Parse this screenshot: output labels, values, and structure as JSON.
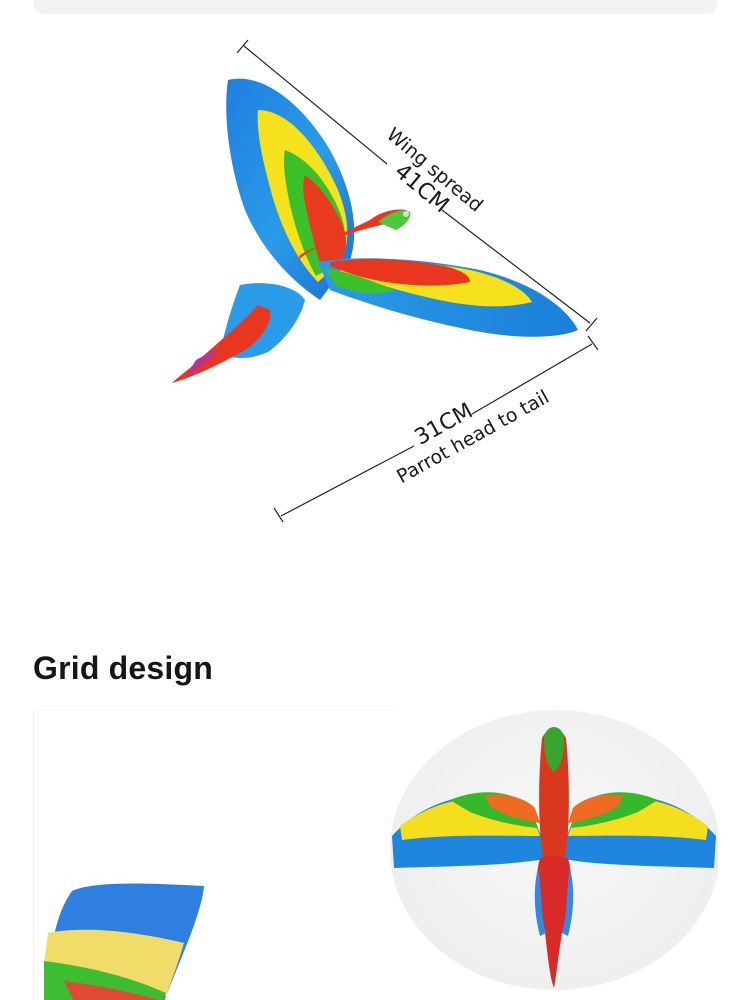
{
  "top_bar": {},
  "hero": {
    "alt": "Flying parrot toy with dimension annotations",
    "dimensions": {
      "wing_spread": {
        "label": "Wing spread",
        "value": "41CM"
      },
      "head_to_tail": {
        "label": "Parrot head to tail",
        "value": "31CM"
      }
    }
  },
  "section": {
    "title": "Grid design"
  },
  "grid": {
    "left_image_alt": "Close-up of parrot wing feathers",
    "right_image_alt": "Parrot toy with wings spread, top view"
  },
  "colors": {
    "feather_blue": "#1f8ee0",
    "feather_yellow": "#f7e01a",
    "feather_green": "#3fbf2a",
    "feather_red": "#e8361f",
    "text": "#161616",
    "top_bar": "#f2f2f2"
  }
}
